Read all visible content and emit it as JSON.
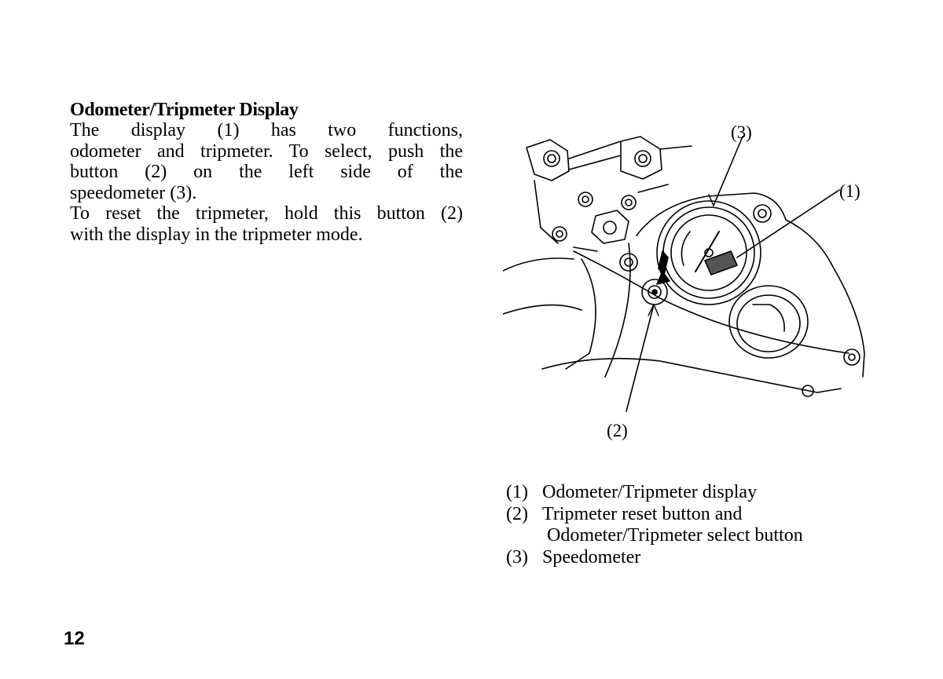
{
  "section": {
    "heading": "Odometer/Tripmeter Display",
    "lines": [
      "The display (1) has two functions,",
      "odometer and tripmeter. To select, push the",
      "button (2) on the left side of the",
      "speedometer (3).",
      "To reset the tripmeter, hold this button (2)",
      "with the display in the tripmeter mode."
    ]
  },
  "figure": {
    "callouts": {
      "display": "(1)",
      "button": "(2)",
      "speedometer": "(3)"
    }
  },
  "legend": [
    {
      "num": "(1)",
      "text": "Odometer/Tripmeter display"
    },
    {
      "num": "(2)",
      "text": "Tripmeter reset button and",
      "cont": "Odometer/Tripmeter select button"
    },
    {
      "num": "(3)",
      "text": "Speedometer"
    }
  ],
  "page_number": "12"
}
